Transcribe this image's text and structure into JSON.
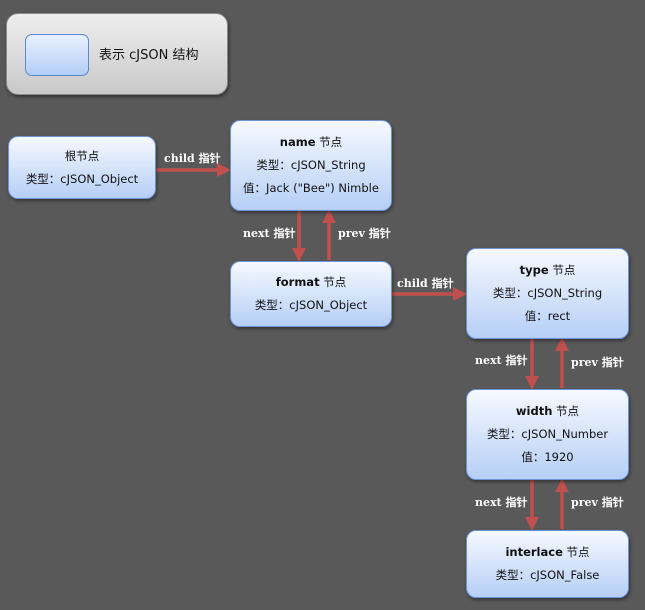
{
  "legend": {
    "text": "表示 cJSON 结构"
  },
  "nodes": {
    "root": {
      "line1": "根节点",
      "line2": "类型：cJSON_Object"
    },
    "name": {
      "bold": "name",
      "suffix": " 节点",
      "line2": "类型：cJSON_String",
      "line3": "值：Jack (\"Bee\") Nimble"
    },
    "format": {
      "bold": "format",
      "suffix": " 节点",
      "line2": "类型：cJSON_Object"
    },
    "type": {
      "bold": "type",
      "suffix": " 节点",
      "line2": "类型：cJSON_String",
      "line3": "值：rect"
    },
    "width": {
      "bold": "width",
      "suffix": " 节点",
      "line2": "类型：cJSON_Number",
      "line3": "值：1920"
    },
    "interlace": {
      "bold": "interlace",
      "suffix": " 节点",
      "line2": "类型：cJSON_False"
    }
  },
  "edges": {
    "root_name": "child 指针",
    "name_format_next": "next 指针",
    "format_name_prev": "prev 指针",
    "format_type": "child 指针",
    "type_width_next": "next 指针",
    "width_type_prev": "prev 指针",
    "width_interlace_next": "next 指针",
    "interlace_width_prev": "prev 指针"
  },
  "colors": {
    "arrow": "#c0504d",
    "background": "#595959",
    "node_border": "#6d93d6"
  }
}
